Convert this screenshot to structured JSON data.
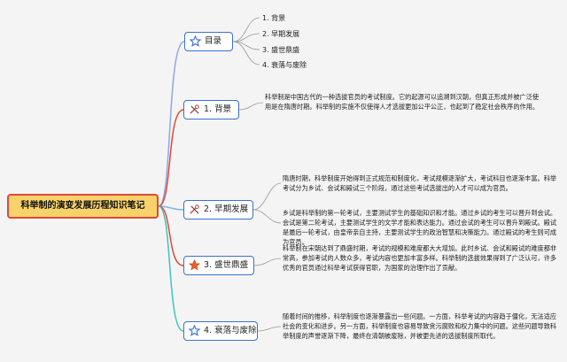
{
  "root": {
    "label": "科举制的演变发展历程知识笔记"
  },
  "toc": {
    "label": "目录",
    "items": [
      "1. 背景",
      "2. 早期发展",
      "3. 盛世鼎盛",
      "4. 衰落与废除"
    ]
  },
  "sections": [
    {
      "label": "1. 背景",
      "icon": "tools-icon"
    },
    {
      "label": "2. 早期发展",
      "icon": "tools-icon"
    },
    {
      "label": "3. 盛世鼎盛",
      "icon": "star-icon"
    },
    {
      "label": "4. 衰落与废除",
      "icon": "star-outline-icon"
    }
  ],
  "paragraphs": {
    "background": "科举制是中国古代的一种选拔官员的考试制度。它的起源可以追溯到汉朝，但真正形成并被广泛使用是在隋唐时期。科举制的实施不仅使得人才选拔更加公平公正，也起到了稳定社会秩序的作用。",
    "early_a": "隋唐时期，科举制度开始得到正式规范和制度化，考试规模逐渐扩大，考试科目也逐渐丰富。科举考试分为乡试、会试和殿试三个阶段，通过这些考试选拔出的人才可以成为官员。",
    "early_b": "乡试是科举制的第一轮考试，主要测试学生的基础知识和才能。通过乡试的考生可以晋升到会试。会试是第二轮考试，主要测试学生的文学才能和表达能力。通过会试的考生可以晋升到殿试。殿试是最后一轮考试，由皇帝亲自主持，主要测试学生的政治智慧和决策能力。通过殿试的考生则可成为官员。",
    "peak": "科举制在宋朝达到了鼎盛时期，考试的规模和难度都大大增加。此时乡试、会试和殿试的难度都非常高，参加考试的人数众多，考试内容也更加丰富多样。科举制的选拔效果得到了广泛认可，许多优秀的官员通过科举考试获得官职，为国家的治理作出了贡献。",
    "decline": "随着时间的推移，科举制度也逐渐暴露出一些问题。一方面，科举考试的内容趋于僵化，无法适应社会的变化和进步。另一方面，科举制度也容易导致贪污腐败和权力集中的问题。这些问题导致科举制度的声誉逐渐下降，最终在清朝被废除，并被更先进的选拔制度所取代。"
  },
  "colors": {
    "root_fill": "#f7d26a",
    "root_border": "#e0483a",
    "node_border": "#3b6fd6",
    "branch_toc": "#8da7e6",
    "branch_background": "#e0483a",
    "branch_early": "#7fb3e8",
    "branch_peak": "#e0483a",
    "branch_decline": "#3fc4be",
    "sub_lines": "#9a9a9a"
  }
}
